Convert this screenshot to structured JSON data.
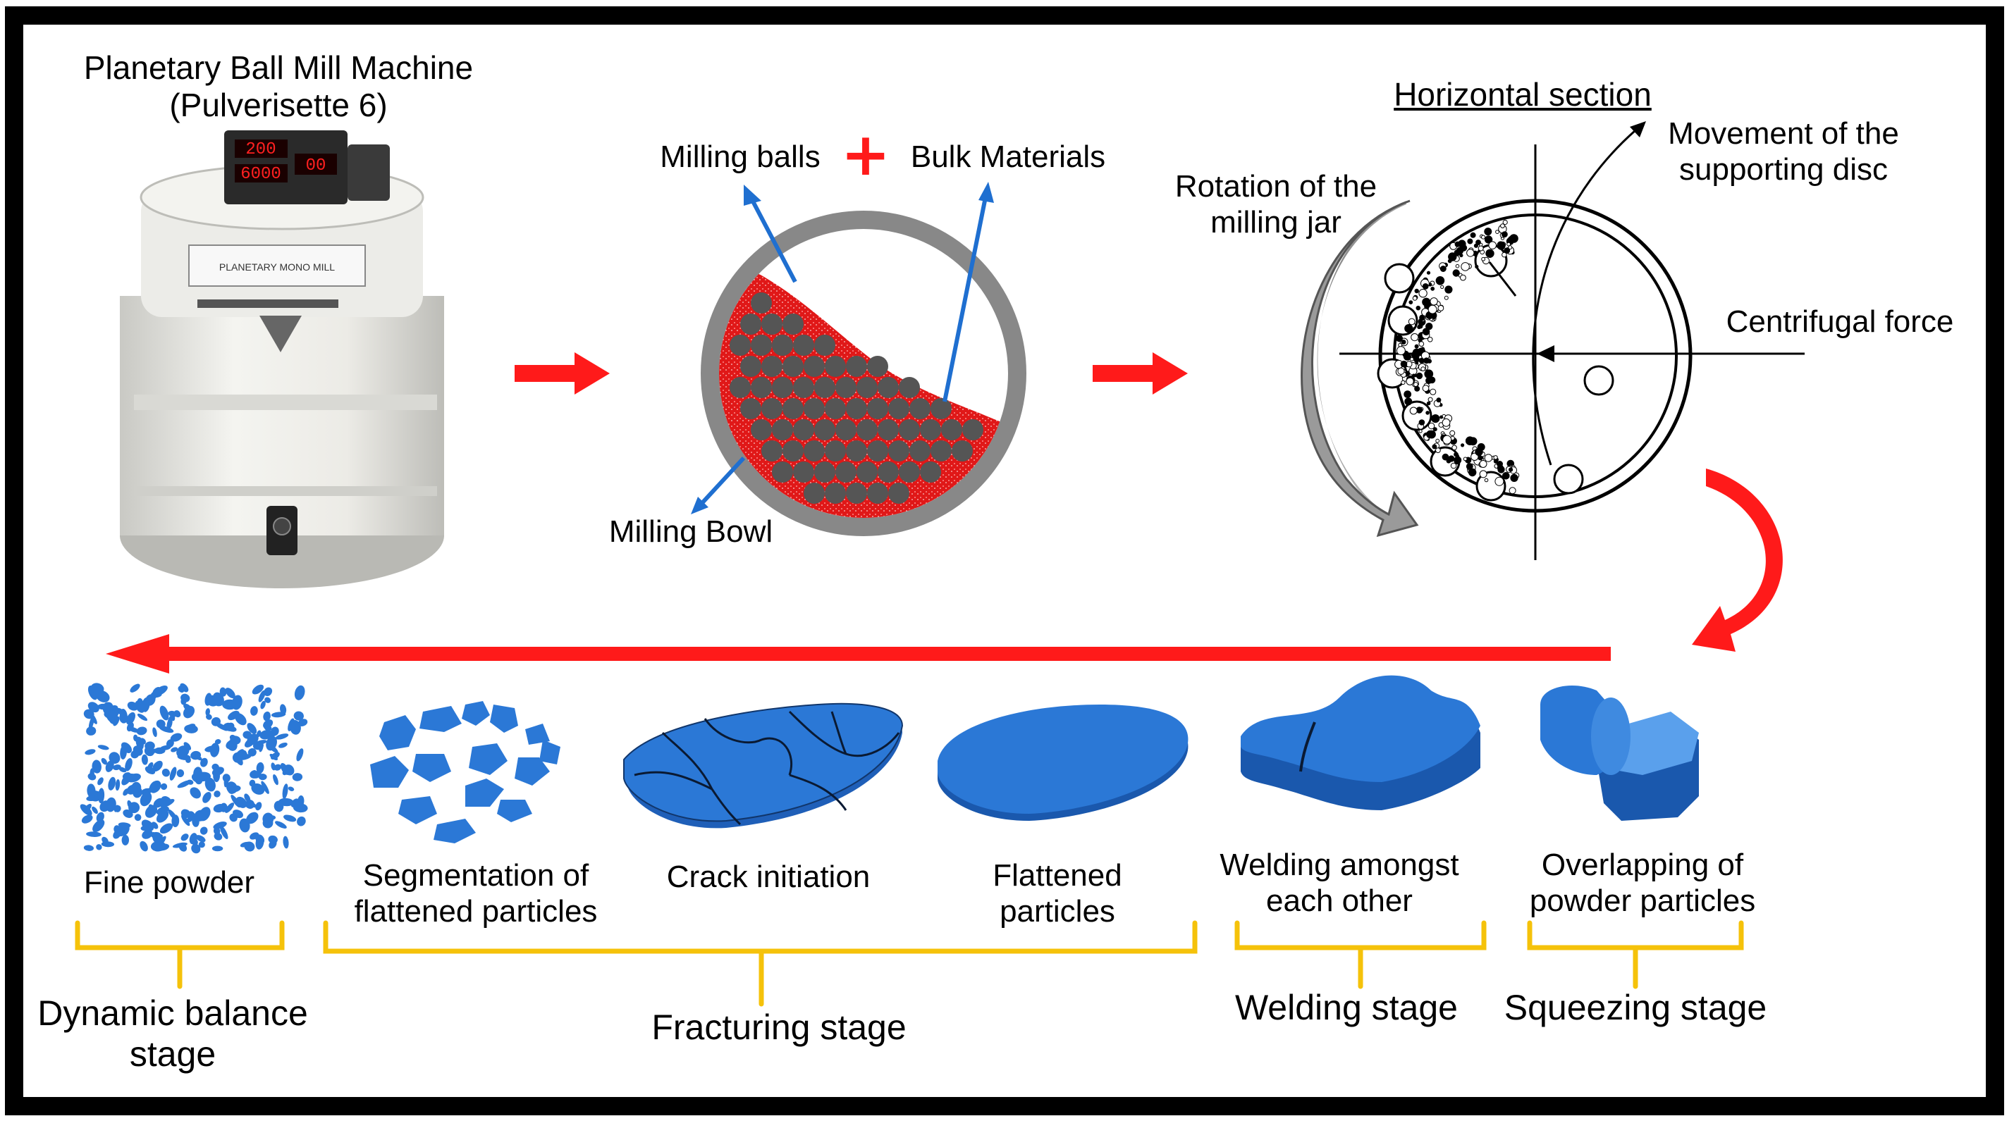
{
  "machine": {
    "title_line1": "Planetary Ball Mill Machine",
    "title_line2": "(Pulverisette 6)",
    "plate_text": "PLANETARY MONO MILL",
    "display_top": "200",
    "display_mid": "6000",
    "display_right": "00"
  },
  "bowl": {
    "milling_balls": "Milling balls",
    "plus_sign": "+",
    "bulk_materials": "Bulk Materials",
    "milling_bowl": "Milling Bowl"
  },
  "section": {
    "title": "Horizontal section",
    "movement_line1": "Movement of the",
    "movement_line2": "supporting disc",
    "rotation_line1": "Rotation of the",
    "rotation_line2": "milling jar",
    "centrifugal": "Centrifugal force"
  },
  "particles": [
    {
      "label_line1": "Fine powder",
      "label_line2": ""
    },
    {
      "label_line1": "Segmentation of",
      "label_line2": "flattened particles"
    },
    {
      "label_line1": "Crack initiation",
      "label_line2": ""
    },
    {
      "label_line1": "Flattened",
      "label_line2": "particles"
    },
    {
      "label_line1": "Welding amongst",
      "label_line2": "each other"
    },
    {
      "label_line1": "Overlapping of",
      "label_line2": "powder particles"
    }
  ],
  "stages": [
    {
      "line1": "Dynamic balance",
      "line2": "stage"
    },
    {
      "line1": "Fracturing stage",
      "line2": ""
    },
    {
      "line1": "Welding stage",
      "line2": ""
    },
    {
      "line1": "Squeezing stage",
      "line2": ""
    }
  ],
  "colors": {
    "arrow_red": "#ff1a1a",
    "particle_blue": "#2b78d6",
    "bracket_gold": "#f5c20a",
    "bowl_red": "#e01818",
    "ball_grey": "#555555",
    "frame_black": "#000000"
  }
}
